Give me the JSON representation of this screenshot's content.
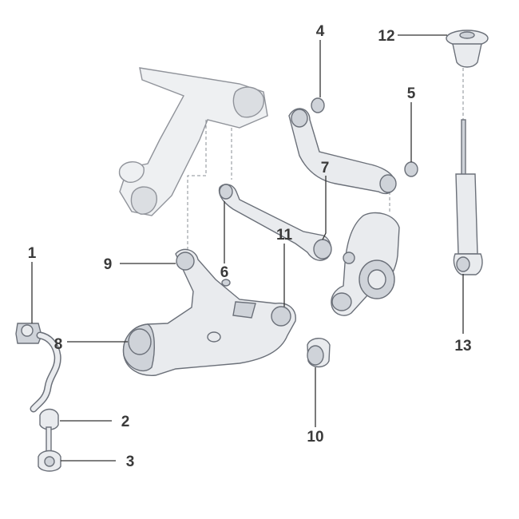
{
  "callouts": {
    "c1": "1",
    "c2": "2",
    "c3": "3",
    "c4": "4",
    "c5": "5",
    "c6": "6",
    "c7": "7",
    "c8": "8",
    "c9": "9",
    "c10": "10",
    "c11": "11",
    "c12": "12",
    "c13": "13"
  },
  "colors": {
    "part_fill": "#e9ebee",
    "part_stroke": "#6b7079",
    "label": "#3a3a3a"
  }
}
